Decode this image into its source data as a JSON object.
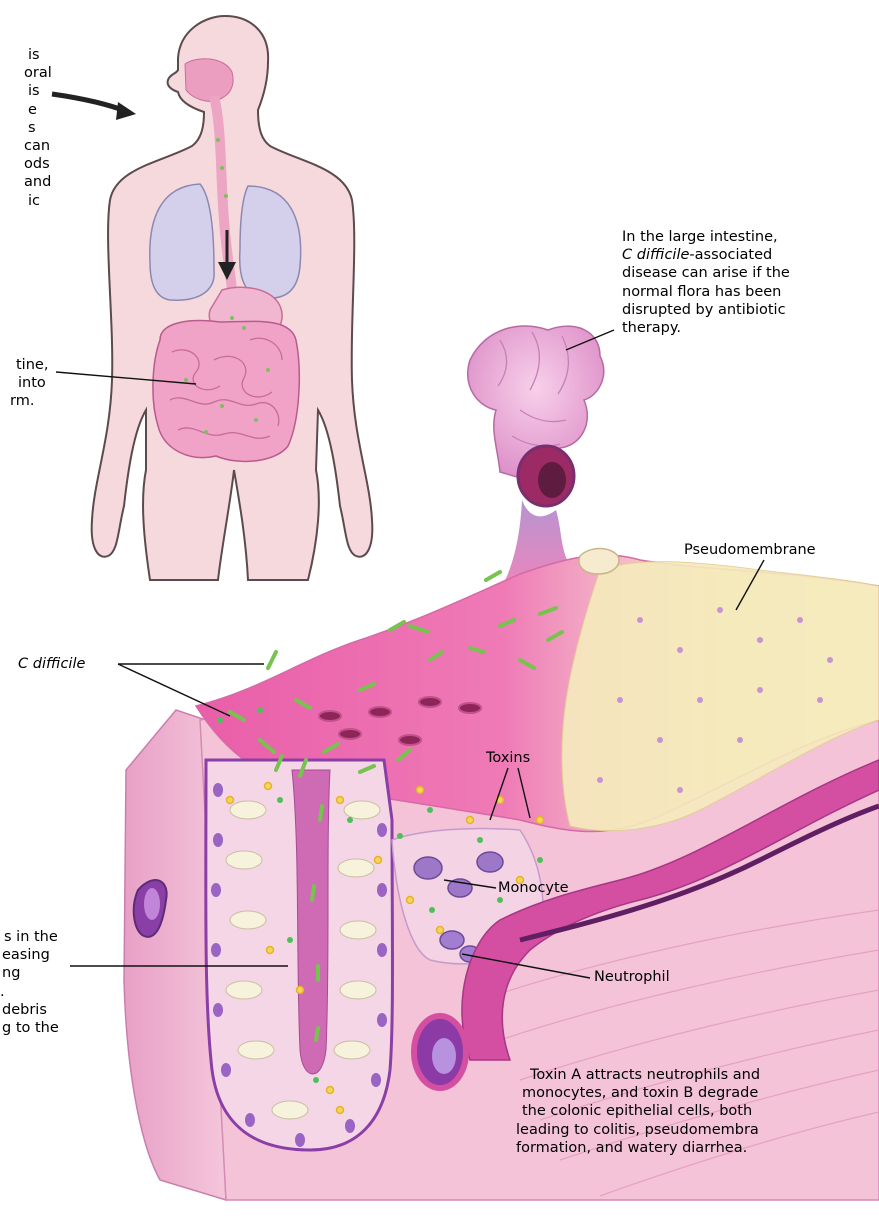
{
  "left_text_top": [
    "is",
    "oral",
    "is",
    "e",
    "s",
    "can",
    "ods",
    "and",
    "ic"
  ],
  "left_text_mid": [
    "tine,",
    "into",
    "rm."
  ],
  "left_text_bottom": [
    "s in the",
    "easing",
    "ng",
    ".",
    "debris",
    "g to the"
  ],
  "large_intestine_caption": {
    "line1": "In the large intestine,",
    "line2_italic": "C difficile",
    "line2_rest": "-associated",
    "line3": "disease can arise if the",
    "line4": "normal flora has been",
    "line5": "disrupted by antibiotic",
    "line6": "therapy."
  },
  "labels": {
    "pseudomembrane": "Pseudomembrane",
    "c_difficile": "C difficile",
    "toxins": "Toxins",
    "monocyte": "Monocyte",
    "neutrophil": "Neutrophil"
  },
  "bottom_caption": [
    "Toxin A attracts neutrophils and",
    "monocytes, and toxin B degrade",
    "the colonic epithelial cells, both",
    "leading to colitis, pseudomembra",
    "formation, and watery diarrhea."
  ],
  "colors": {
    "skin": "#f6d9dc",
    "lungs": "#d4d0ec",
    "intestine": "#f0a3c6",
    "mucosa": "#ec79b4",
    "pseudomembrane": "#f6ebbd",
    "muscle": "#f4c3d8",
    "bacteria": "#78c250",
    "crypt_border": "#8a3fa6"
  }
}
